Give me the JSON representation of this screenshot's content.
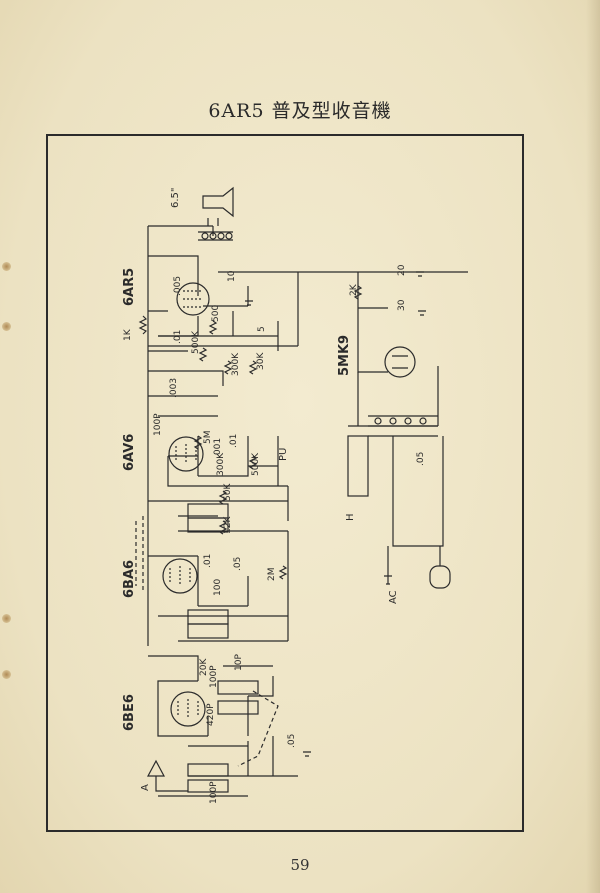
{
  "page": {
    "title": "6AR5 普及型收音機",
    "page_number": "59"
  },
  "tubes": {
    "output": "6AR5",
    "detector": "6AV6",
    "if_amp": "6BA6",
    "converter": "6BE6",
    "rectifier": "5MK9"
  },
  "labels": {
    "speaker_size": "6.5\"",
    "antenna": "A",
    "ac_plug": "AC",
    "heater": "H",
    "pickup": "PU"
  },
  "components": {
    "c_out": ".005",
    "c_10": "10",
    "r_500": "500",
    "r_1k": "1K",
    "c_01a": ".01",
    "r_500k": "500K",
    "c_5": "5",
    "r_300k": "300K",
    "r_30k": "30K",
    "c_003": ".003",
    "c_100p": "100P",
    "r_5m": "5M",
    "c_001": ".001",
    "c_01b": ".01",
    "r_300k2": "300K",
    "r_vol500k": "500K",
    "r_50k": "50K",
    "r_12k": "12K",
    "c_01c": ".01",
    "c_05": ".05",
    "r_100": "100",
    "r_2m": "2M",
    "r_20k": "20K",
    "c_100pb": "100P",
    "c_10p": "10P",
    "c_420p": "420P",
    "c_05b": ".05",
    "c_100pc": "100P",
    "c_20": "20",
    "r_2k": "2K",
    "c_30": "30",
    "c_05c": ".05"
  }
}
